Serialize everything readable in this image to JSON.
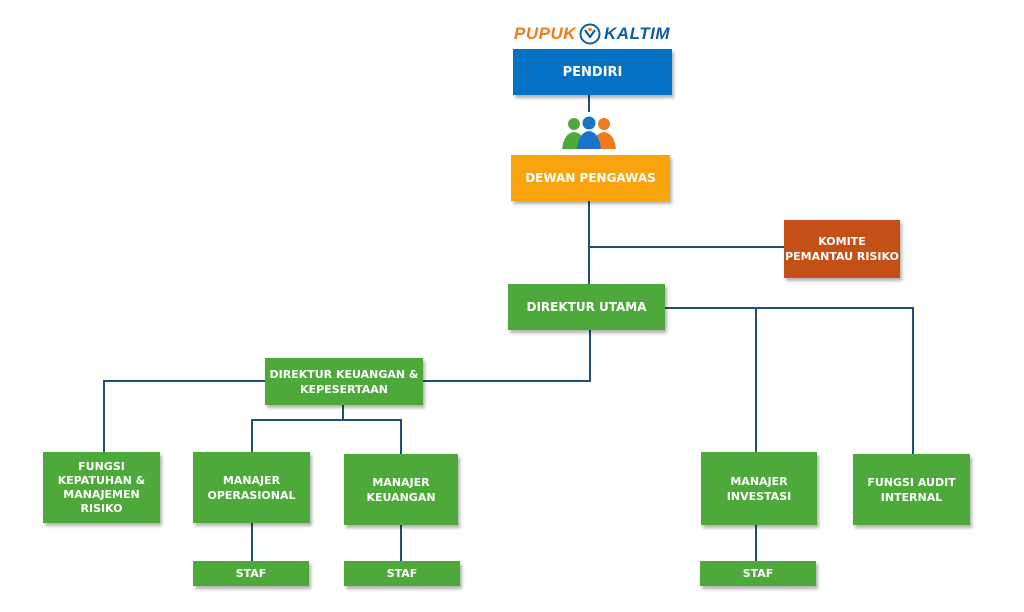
{
  "logo": {
    "word_1": "PUPUK",
    "word_2": "KALTIM",
    "colors": {
      "orange": "#f07b1a",
      "blue": "#0d5ca8"
    },
    "icon": "pupuk-kaltim-emblem-icon"
  },
  "people_icon": "people-group-icon",
  "colors": {
    "pendiri": "#0571c4",
    "dewan_pengawas": "#f9a40f",
    "komite": "#c44f17",
    "unit": "#4ca93a",
    "connector": "#1f4e79"
  },
  "boxes": {
    "pendiri": "PENDIRI",
    "dewan_pengawas": "DEWAN PENGAWAS",
    "komite": "KOMITE\nPEMANTAU RISIKO",
    "direktur_utama": "DIREKTUR UTAMA",
    "direktur_keuangan": "DIREKTUR KEUANGAN &\nKEPESERTAAN",
    "fungsi_kepatuhan": "FUNGSI\nKEPATUHAN  &\nMANAJEMEN\nRISIKO",
    "manajer_operasional": "MANAJER\nOPERASIONAL",
    "manajer_keuangan": "MANAJER\nKEUANGAN",
    "manajer_investasi": "MANAJER\nINVESTASI",
    "fungsi_audit": "FUNGSI AUDIT\nINTERNAL",
    "staf_operasional": "STAF",
    "staf_keuangan": "STAF",
    "staf_investasi": "STAF"
  }
}
